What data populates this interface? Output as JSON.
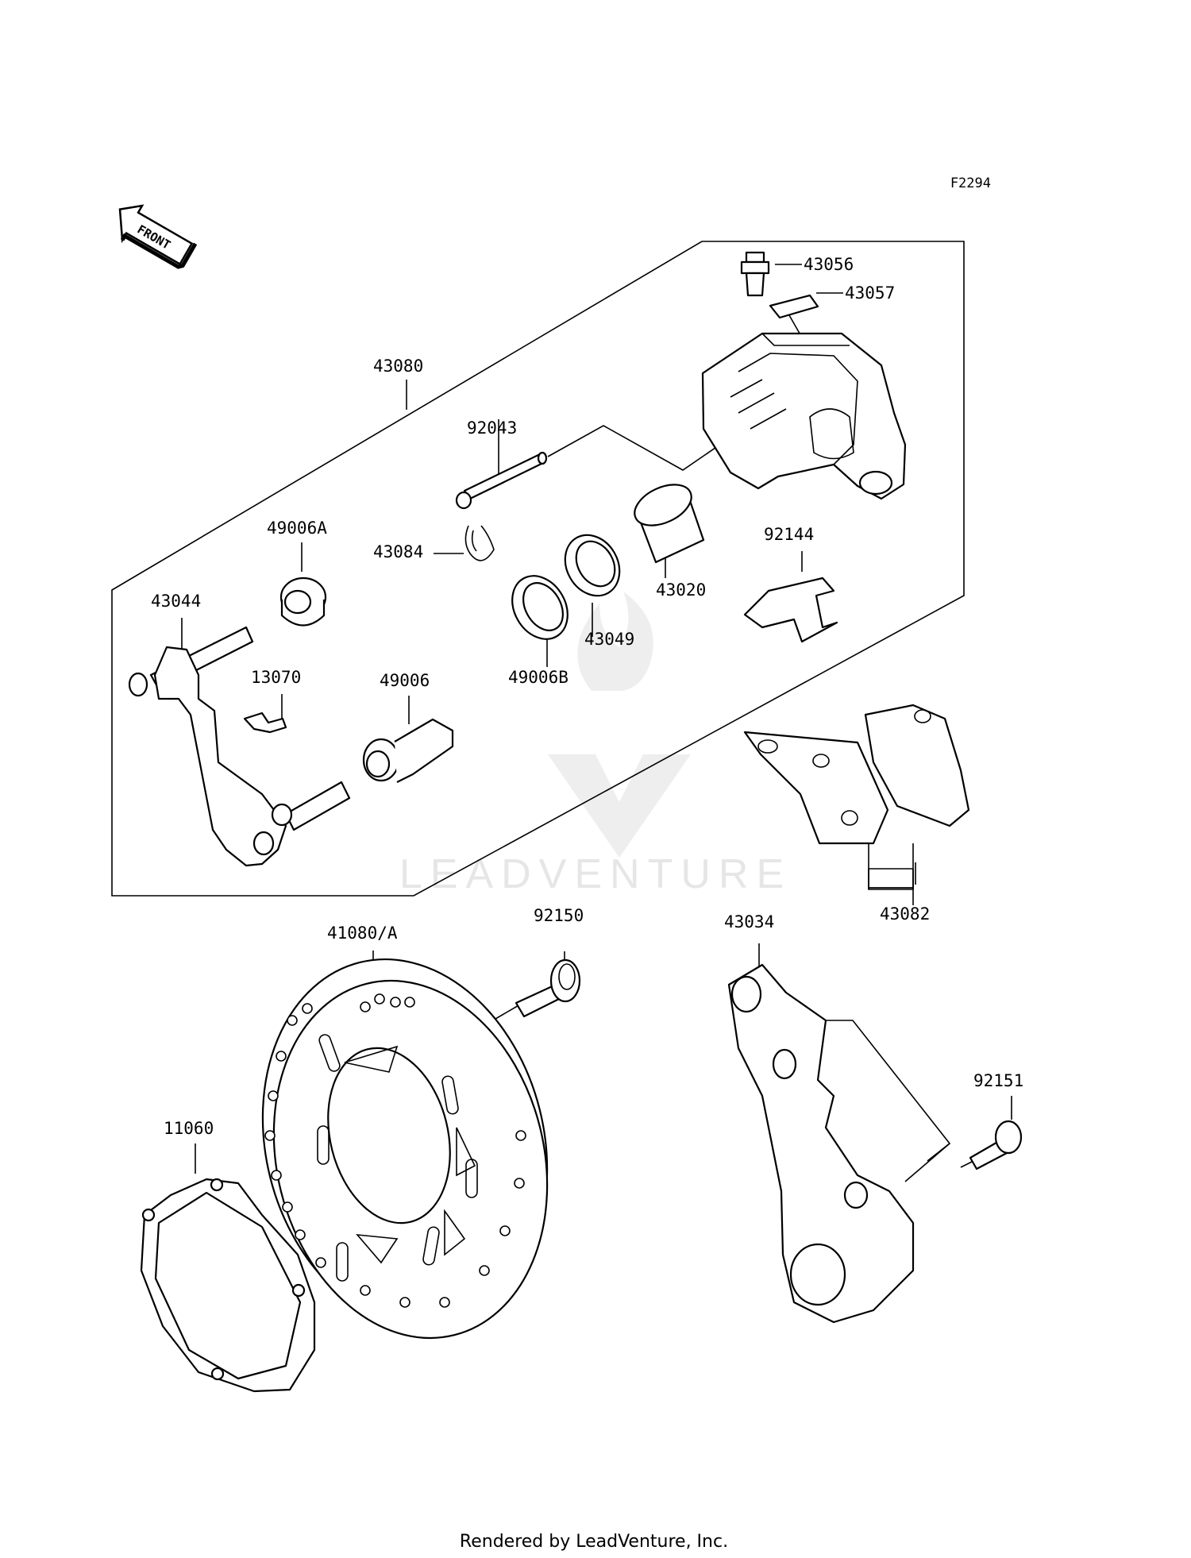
{
  "figure_code": "F2294",
  "front_arrow": {
    "label": "FRONT",
    "icon": "front-arrow-icon"
  },
  "watermark": "LEADVENTURE",
  "footer": "Rendered by LeadVenture, Inc.",
  "parts": {
    "p43056": "43056",
    "p43057": "43057",
    "p43080": "43080",
    "p92043": "92043",
    "p49006A": "49006A",
    "p43084": "43084",
    "p92144": "92144",
    "p43044": "43044",
    "p43020": "43020",
    "p43049": "43049",
    "p13070": "13070",
    "p49006": "49006",
    "p49006B": "49006B",
    "p43082": "43082",
    "p92150": "92150",
    "p41080A": "41080/A",
    "p43034": "43034",
    "p92151": "92151",
    "p11060": "11060"
  }
}
